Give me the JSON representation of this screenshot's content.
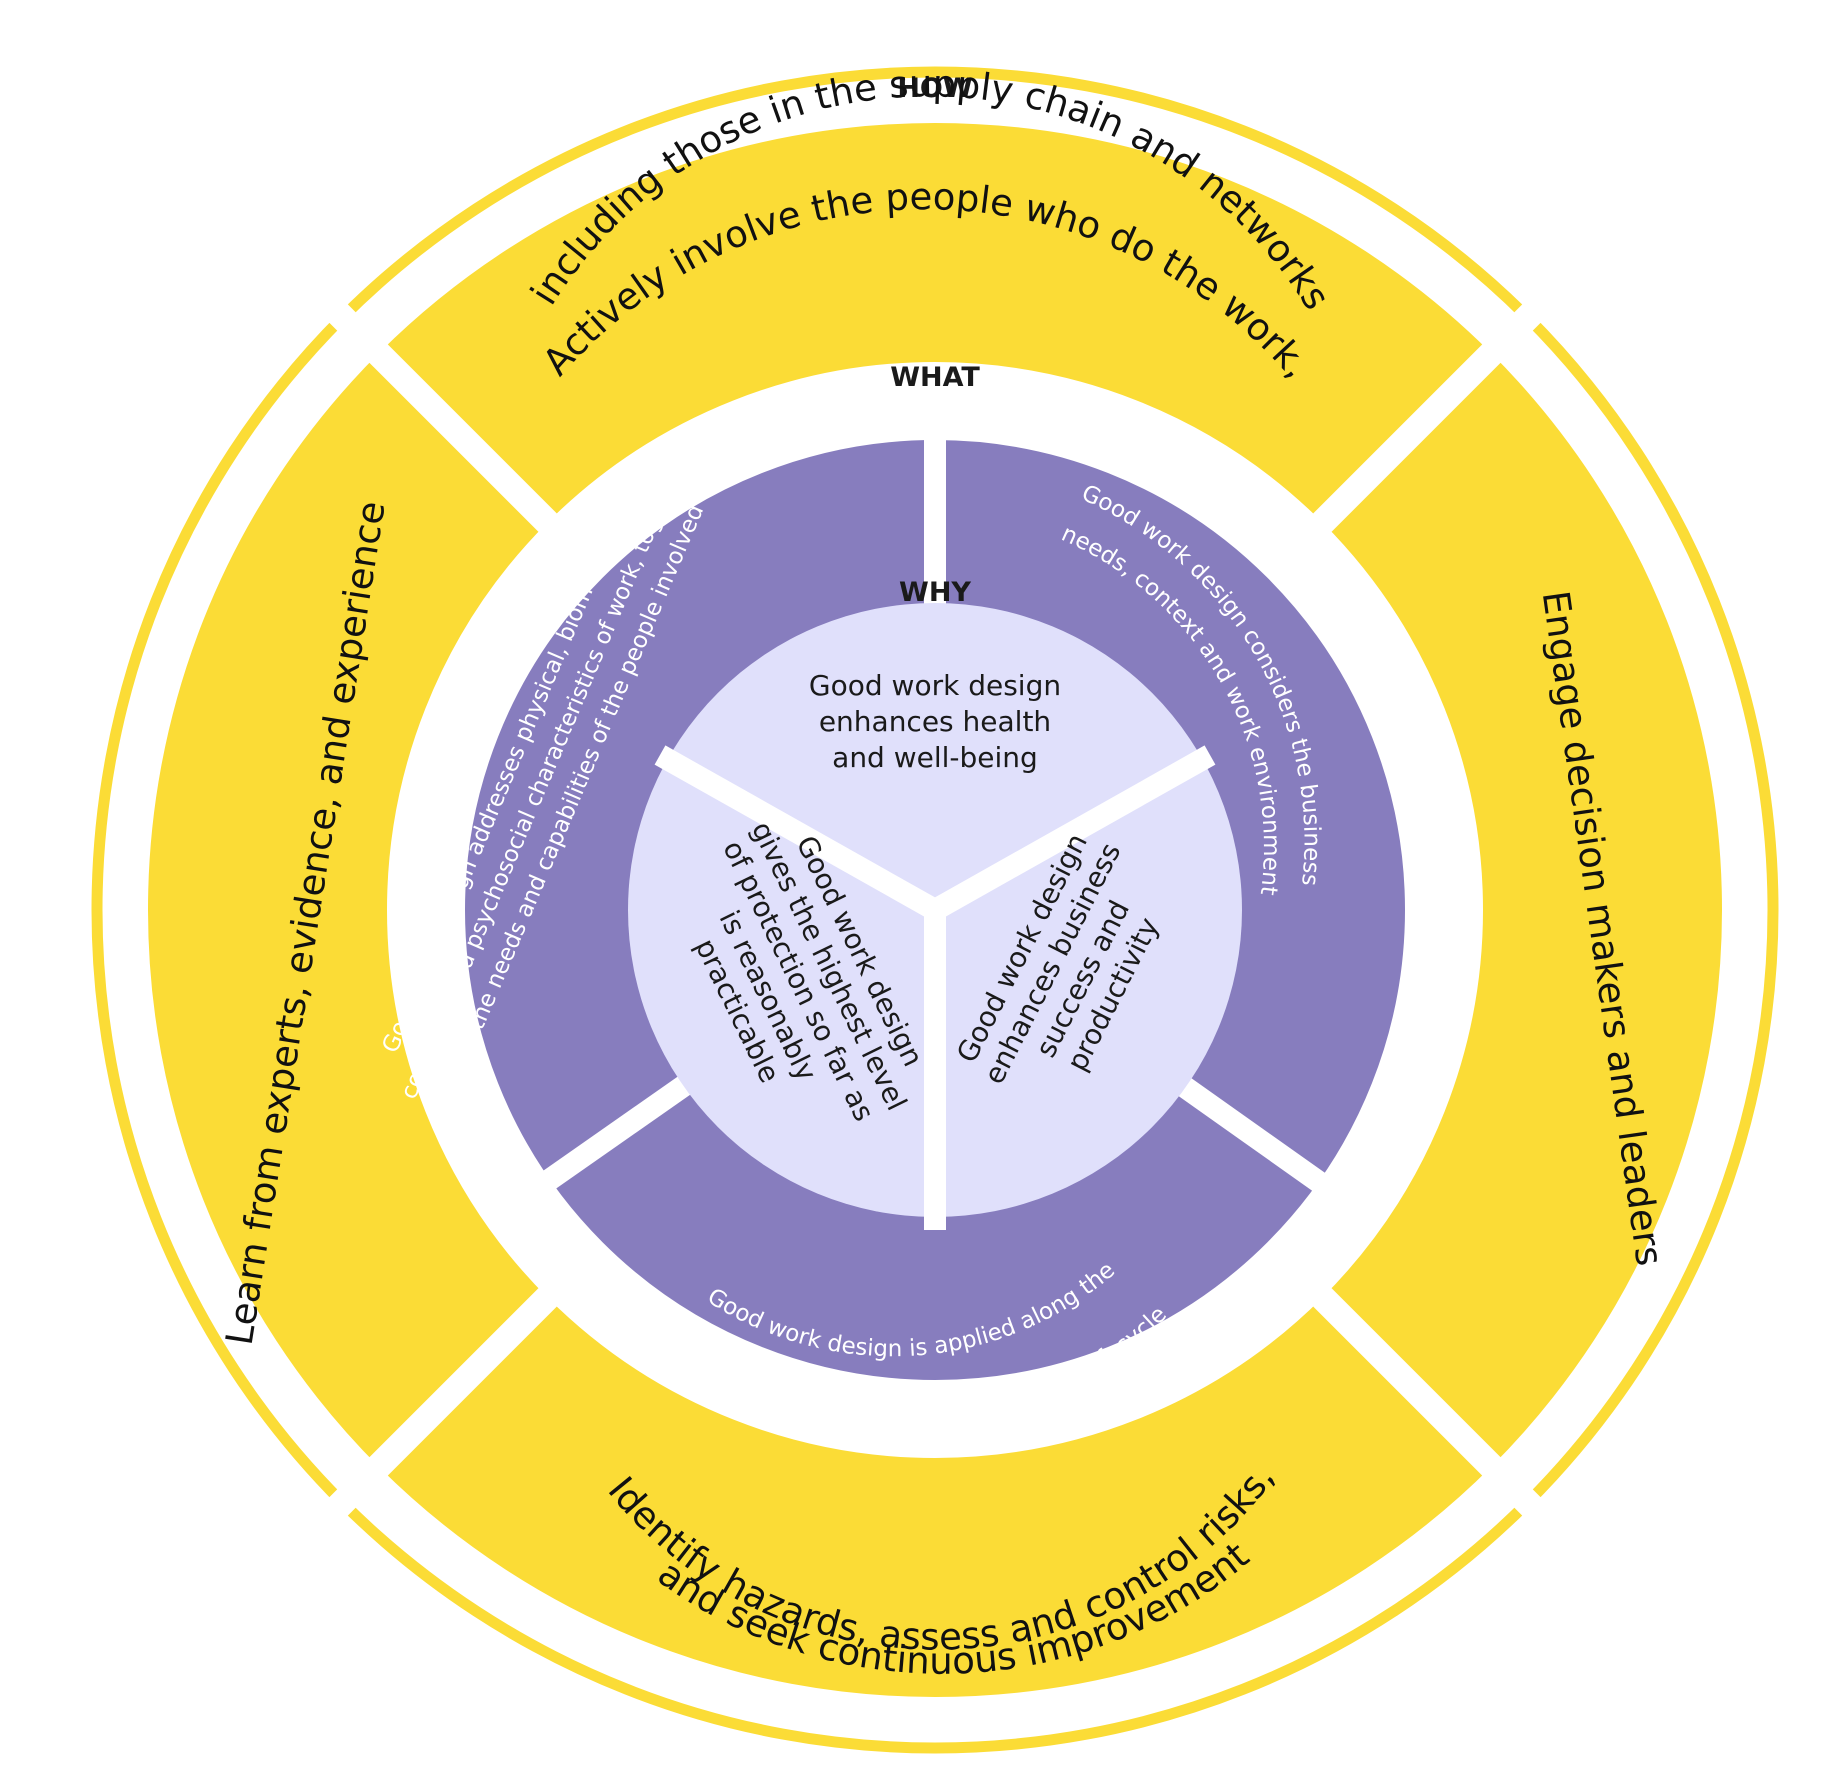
{
  "colors": {
    "yellow": "#fbdc36",
    "purple": "#877dbe",
    "lavender": "#e0e0fb",
    "white": "#ffffff"
  },
  "labels": {
    "how": "HOW",
    "what": "WHAT",
    "why": "WHY"
  },
  "how": {
    "top": [
      "Actively involve the people who do the work,",
      "including those in the supply chain and networks"
    ],
    "right": [
      "Engage decision makers and leaders"
    ],
    "bottom": [
      "Identify hazards, assess and control risks,",
      "and seek continuous improvement"
    ],
    "left": [
      "Learn from experts, evidence, and experience"
    ]
  },
  "what": {
    "left": [
      "Good work design addresses physical, biomechanical,",
      "cognitive and psychosocial characteristics of work, together",
      "with the needs and capabilities of the people involved"
    ],
    "right": [
      "Good work design considers the business",
      "needs, context and work environment"
    ],
    "bottom": [
      "Good work design is applied along the",
      "supply chain and across the operational lifecycle"
    ]
  },
  "why": {
    "top": [
      "Good work design",
      "enhances health",
      "and well-being"
    ],
    "right": [
      "Good work design",
      "enhances business",
      "success and",
      "productivity"
    ],
    "left": [
      "Good work design",
      "gives the highest level",
      "of protection so far as",
      "is reasonably",
      "practicable"
    ]
  }
}
